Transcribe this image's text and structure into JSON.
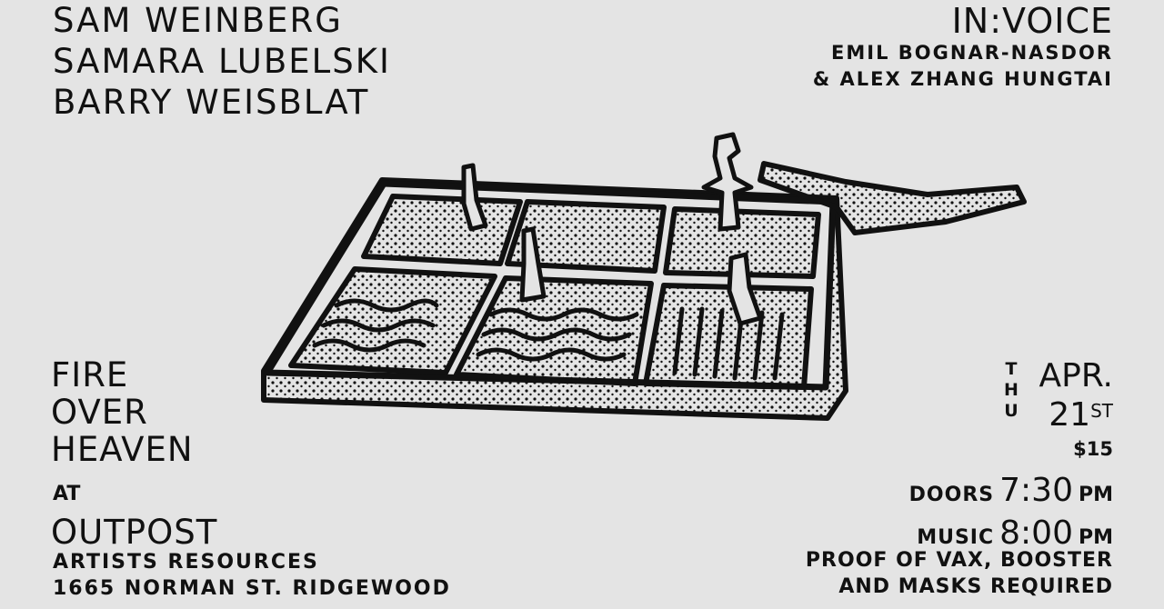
{
  "performers": [
    "SAM WEINBERG",
    "SAMARA LUBELSKI",
    "BARRY WEISBLAT"
  ],
  "group": {
    "name": "IN:VOICE",
    "members": [
      "EMIL BOGNAR-NASDOR",
      "& ALEX ZHANG HUNGTAI"
    ]
  },
  "event": {
    "title_lines": [
      "FIRE",
      "OVER",
      "HEAVEN"
    ],
    "at": "AT"
  },
  "venue": {
    "name": "OUTPOST",
    "sub": "ARTISTS RESOURCES",
    "address": "1665 NORMAN ST. RIDGEWOOD"
  },
  "date": {
    "weekday_letters": [
      "T",
      "H",
      "U"
    ],
    "month": "APR.",
    "day": "21",
    "day_suffix": "ST"
  },
  "price": "$15",
  "times": {
    "doors_label": "DOORS",
    "doors_time": "7:30",
    "doors_pm": "PM",
    "music_label": "MUSIC",
    "music_time": "8:00",
    "music_pm": "PM"
  },
  "notice": [
    "PROOF OF VAX, BOOSTER",
    "AND MASKS REQUIRED"
  ],
  "colors": {
    "background": "#e4e4e4",
    "ink": "#111111"
  }
}
